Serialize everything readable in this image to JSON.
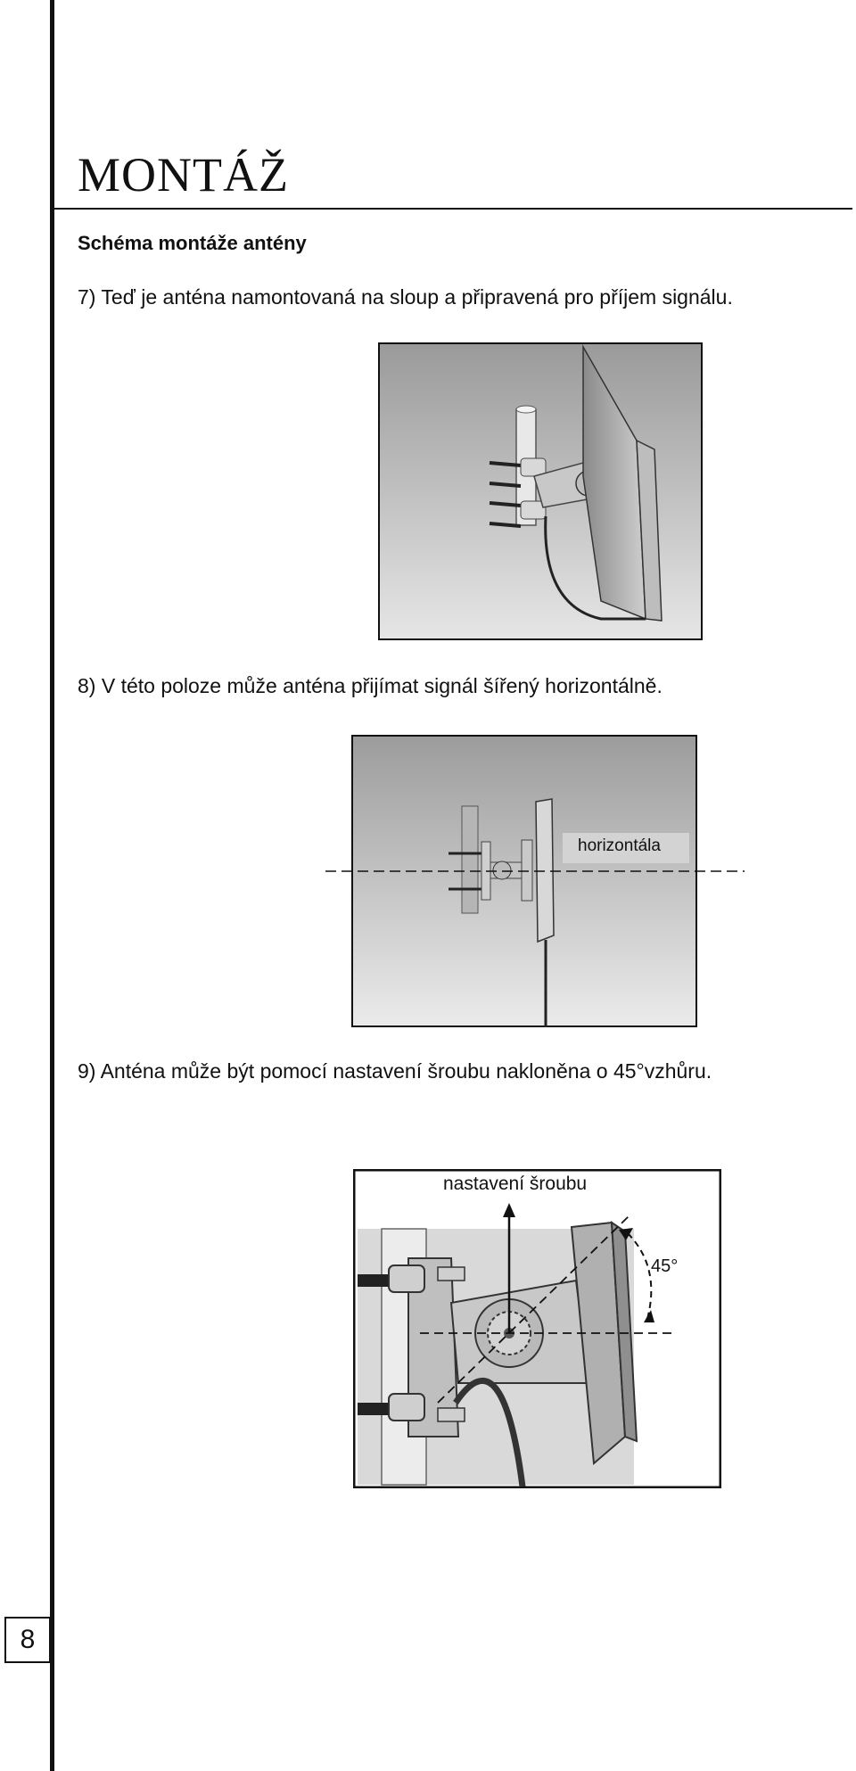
{
  "page": {
    "title": "MONTÁŽ",
    "subtitle": "Schéma montáže antény",
    "page_number": "8"
  },
  "steps": [
    {
      "text": "7) Teď je anténa namontovaná na sloup a připravená pro příjem signálu."
    },
    {
      "text": "8) V této poloze může anténa přijímat signál šířený horizontálně."
    },
    {
      "text": "9) Anténa může být pomocí nastavení šroubu nakloněna o 45°vzhůru."
    }
  ],
  "figures": {
    "fig8_label": "horizontála",
    "fig9_label": "nastavení šroubu",
    "fig9_angle": "45°"
  }
}
